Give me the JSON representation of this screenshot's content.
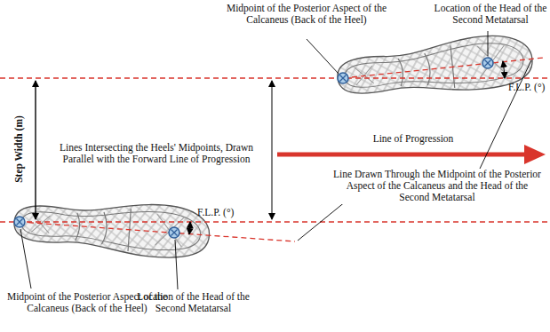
{
  "diagram": {
    "labels": [
      "Midpoint of the Posterior Aspect of the Calcaneus (Back of the Heel)",
      "Location of the Head of the Second Metatarsal",
      "F.L.P. (°)",
      "Step Width (m)",
      "Lines Intersecting the Heels' Midpoints, Drawn Parallel with the Forward Line of Progression",
      "Line of Progression",
      "Line Drawn Through the Midpoint of the Posterior Aspect of the Calcaneus and the Head of the Second Metatarsal",
      "F.L.P. (°)",
      "Midpoint of the Posterior Aspect of the Calcaneus (Back of the Heel)",
      "Location of the Head of the Second Metatarsal"
    ]
  }
}
